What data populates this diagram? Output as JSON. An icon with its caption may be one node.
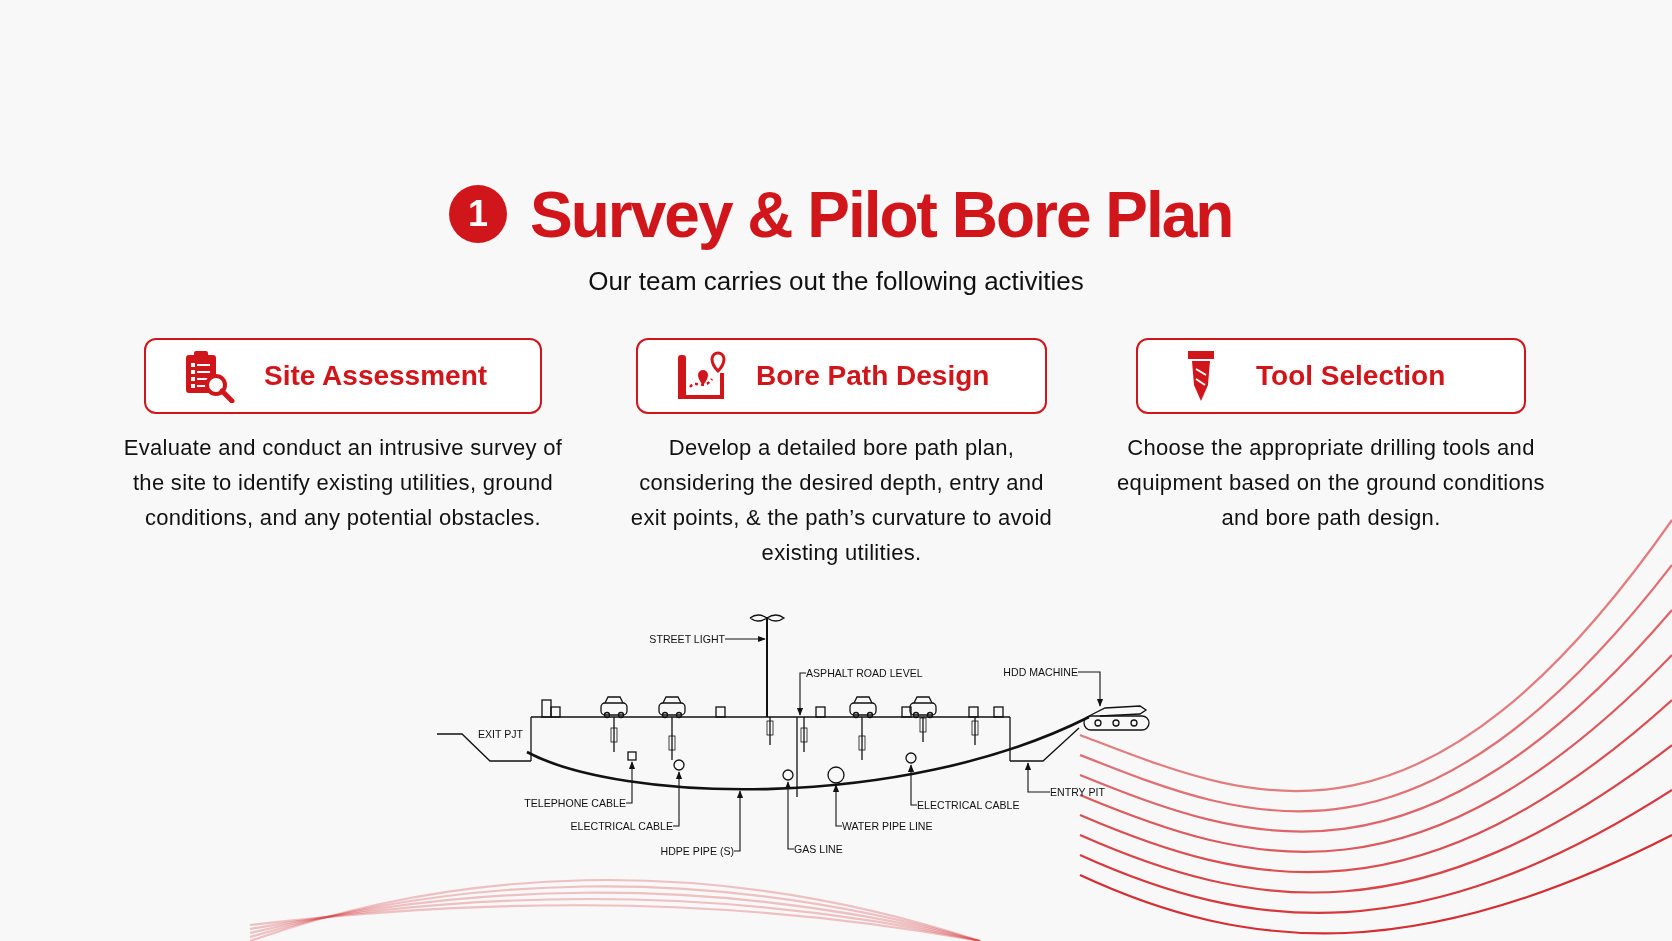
{
  "diagram": {
    "title": "Survey & Pilot Bore Plan",
    "nodes": [
      {
        "text": [
          "Site Assessment"
        ],
        "beside": [
          "Evaluate and conduct an intrusive survey of the site to identify existing utilities, ground conditions, and any potential obstacles."
        ]
      },
      {
        "text": [
          "Bore Path Design"
        ],
        "beside": [
          "Develop a detailed bore path plan, considering the desired depth, entry and exit points, & the path’s curvature to avoid existing utilities."
        ]
      },
      {
        "text": [
          "Tool Selection"
        ],
        "beside": [
          "Choose the appropriate drilling tools and equipment based on the ground conditions and bore path design."
        ]
      },
      {
        "text": [
          "STREET LIGHT"
        ]
      },
      {
        "text": [
          "ASPHALT ROAD LEVEL"
        ]
      },
      {
        "text": [
          "HDD MACHINE"
        ]
      },
      {
        "text": [
          "ENTRY PIT"
        ]
      },
      {
        "text": [
          "TELEPHONE CABLE"
        ]
      },
      {
        "text": [
          "ELECTRICAL CABLE"
        ]
      },
      {
        "text": [
          "ELECTRICAL CABLE"
        ]
      },
      {
        "text": [
          "WATER PIPE LINE"
        ]
      },
      {
        "text": [
          "HDPE PIPE (S)"
        ]
      },
      {
        "text": [
          "GAS LINE"
        ]
      }
    ],
    "edges": [
      {
        "from": 3,
        "to": null,
        "arrow": "to"
      },
      {
        "from": 4,
        "to": null,
        "arrow": "to"
      },
      {
        "from": 5,
        "to": null,
        "arrow": "to"
      },
      {
        "from": 6,
        "to": null,
        "arrow": "to"
      },
      {
        "from": 7,
        "to": null,
        "arrow": "to"
      },
      {
        "from": 8,
        "to": null,
        "arrow": "to"
      },
      {
        "from": 9,
        "to": null,
        "arrow": "to"
      },
      {
        "from": 10,
        "to": null,
        "arrow": "to"
      },
      {
        "from": 11,
        "to": null,
        "arrow": "to"
      },
      {
        "from": 12,
        "to": null,
        "arrow": "to"
      }
    ],
    "labels": [
      "1",
      "Our team carries out the following activities",
      "EXIT PJT"
    ]
  }
}
